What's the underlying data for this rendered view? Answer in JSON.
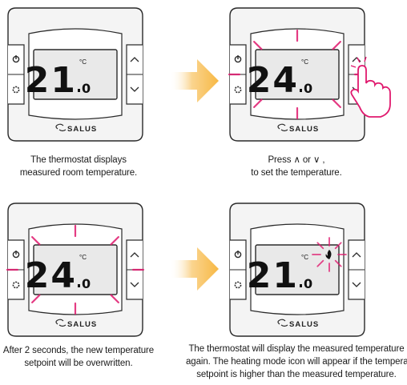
{
  "brand": "SALUS",
  "unit": "°C",
  "colors": {
    "flash": "#e0196e",
    "arrow": "#f7b844",
    "hand": "#e0196e",
    "device_outline": "#2a2a2a",
    "device_fill": "#f4f4f4",
    "screen_fill": "#e9e9e9"
  },
  "panels": [
    {
      "display_integer": "21",
      "display_decimal": "0",
      "flashing": false,
      "finger_press": false,
      "heating_icon": false,
      "caption_lines": [
        "The thermostat displays",
        "measured room temperature."
      ]
    },
    {
      "display_integer": "24",
      "display_decimal": "0",
      "flashing": true,
      "finger_press": true,
      "heating_icon": false,
      "caption_lines": [
        "Press ∧ or ∨ ,",
        "to set the temperature."
      ]
    },
    {
      "display_integer": "24",
      "display_decimal": "0",
      "flashing": true,
      "finger_press": false,
      "heating_icon": false,
      "caption_lines": [
        "After 2 seconds, the new temperature",
        "setpoint will be overwritten."
      ]
    },
    {
      "display_integer": "21",
      "display_decimal": "0",
      "flashing": false,
      "finger_press": false,
      "heating_icon": true,
      "caption_lines": [
        "The thermostat will display the measured temperature",
        "again. The heating mode icon will appear if the temperature",
        "setpoint is higher than the measured temperature."
      ]
    }
  ],
  "icons": [
    "power-icon",
    "settings-icon",
    "up-arrow-icon",
    "down-arrow-icon",
    "salus-logo-icon",
    "finger-press-icon",
    "heating-mode-icon",
    "flashing-indicator-icon",
    "process-arrow-icon"
  ]
}
